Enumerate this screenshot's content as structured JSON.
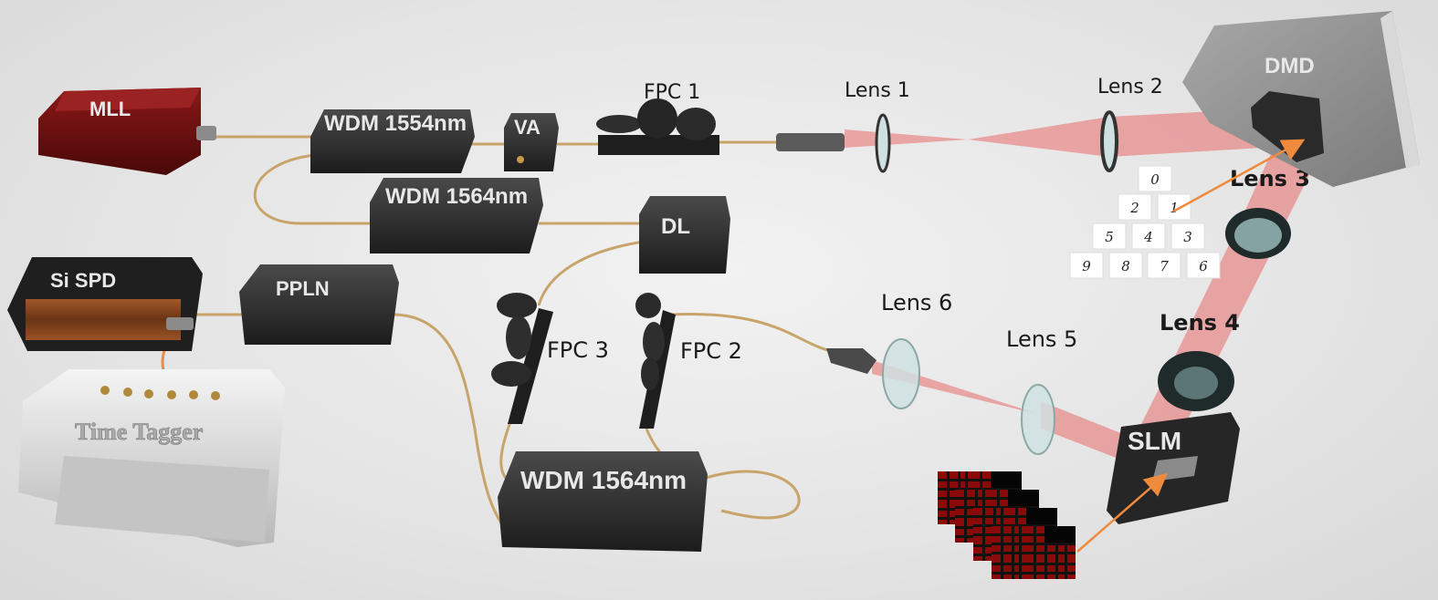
{
  "labels": {
    "mll": "MLL",
    "wdm_1554": "WDM 1554nm",
    "va": "VA",
    "fpc1": "FPC 1",
    "wdm_1564_top": "WDM 1564nm",
    "dl": "DL",
    "si_spd": "Si SPD",
    "ppln": "PPLN",
    "time_tagger": "Time Tagger",
    "fpc3": "FPC 3",
    "fpc2": "FPC 2",
    "wdm_1564_bottom": "WDM 1564nm",
    "lens1": "Lens 1",
    "lens2": "Lens 2",
    "lens3": "Lens 3",
    "lens4": "Lens 4",
    "lens5": "Lens 5",
    "lens6": "Lens 6",
    "dmd": "DMD",
    "slm": "SLM"
  },
  "digit_cards": [
    "0",
    "2",
    "1",
    "5",
    "4",
    "3",
    "9",
    "8",
    "7",
    "6"
  ],
  "colors": {
    "device_dark": "#2b2b2b",
    "device_red": "#6e1010",
    "fiber": "#c8a46a",
    "beam": "#e86a6a",
    "arrow": "#f08a3c",
    "pattern_red": "#8a0a0a"
  }
}
